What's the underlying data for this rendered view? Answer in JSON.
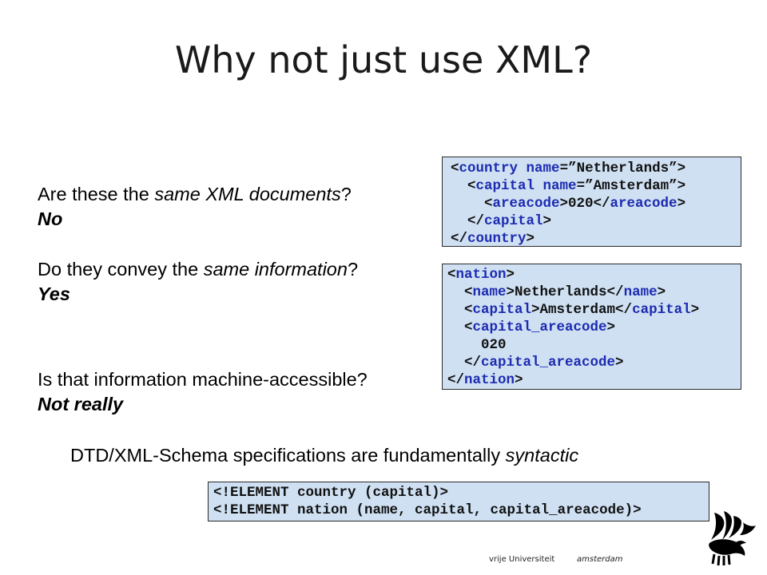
{
  "title": "Why not just use XML?",
  "questions": [
    {
      "before": "Are these the ",
      "emph": "same XML documents",
      "after": "?",
      "answer": "No"
    },
    {
      "before": "Do they convey the ",
      "emph": "same information",
      "after": "?",
      "answer": "Yes"
    },
    {
      "before": "Is that information machine-accessible?",
      "emph": "",
      "after": "",
      "answer": "Not really"
    }
  ],
  "code_country": {
    "line1": {
      "a": "<",
      "tag": "country",
      "sp": " ",
      "attr": "name",
      "rest": "=”Netherlands”>"
    },
    "line2": {
      "a": "  <",
      "tag": "capital",
      "sp": " ",
      "attr": "name",
      "rest": "=”Amsterdam”>"
    },
    "line3": {
      "a": "    <",
      "tag": "areacode",
      "mid": ">020</",
      "tag2": "areacode",
      "end": ">"
    },
    "line4": {
      "a": "  </",
      "tag": "capital",
      "end": ">"
    },
    "line5": {
      "a": "</",
      "tag": "country",
      "end": ">"
    }
  },
  "code_nation": {
    "line1": {
      "a": "<",
      "tag": "nation",
      "end": ">"
    },
    "line2": {
      "a": "  <",
      "tag": "name",
      "mid": ">Netherlands</",
      "tag2": "name",
      "end": ">"
    },
    "line3": {
      "a": "  <",
      "tag": "capital",
      "mid": ">Amsterdam</",
      "tag2": "capital",
      "end": ">"
    },
    "line4": {
      "a": "  <",
      "tag": "capital_areacode",
      "end": ">"
    },
    "line5": {
      "text": "    020"
    },
    "line6": {
      "a": "  </",
      "tag": "capital_areacode",
      "end": ">"
    },
    "line7": {
      "a": "</",
      "tag": "nation",
      "end": ">"
    }
  },
  "statement": {
    "before": "DTD/XML-Schema specifications are fundamentally ",
    "emph": "syntactic"
  },
  "dtd": [
    "<!ELEMENT country (capital)>",
    "<!ELEMENT nation (name, capital, capital_areacode)>"
  ],
  "footer": {
    "left": "vrije Universiteit",
    "right": "amsterdam"
  },
  "colors": {
    "code_bg": "#cfe0f3",
    "tag": "#1d2bb0",
    "border": "#2b2b2b"
  }
}
